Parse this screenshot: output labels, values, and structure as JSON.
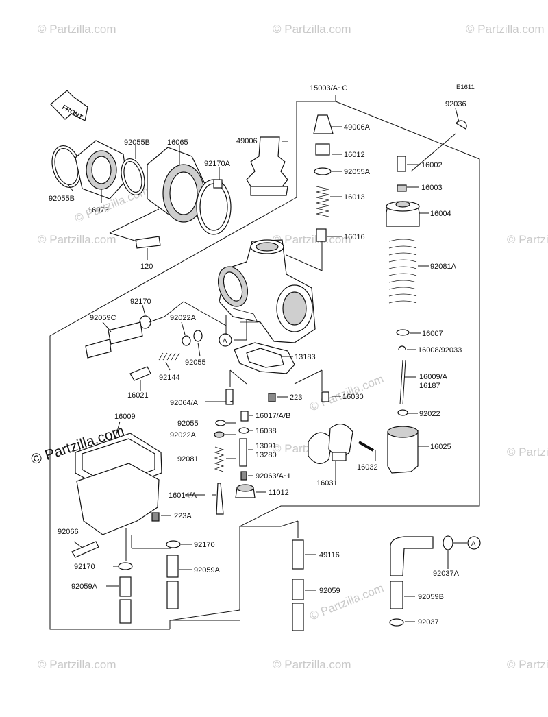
{
  "diagram": {
    "code": "E1611",
    "front_label": "FRONT",
    "watermark": "© Partzilla.com",
    "watermark_prominent": "© Partzilla.com",
    "parts": {
      "p15003": "15003/A~C",
      "p92036": "92036",
      "p49006": "49006",
      "p49006A": "49006A",
      "p16012": "16012",
      "p92055A_top": "92055A",
      "p16002": "16002",
      "p16003": "16003",
      "p16013": "16013",
      "p16004": "16004",
      "p16016": "16016",
      "p92081A": "92081A",
      "p16007": "16007",
      "p16008": "16008/92033",
      "p16009": "16009/A",
      "p16187": "16187",
      "p92022": "92022",
      "p16025": "16025",
      "p16032": "16032",
      "p16031": "16031",
      "p16030": "16030",
      "p223": "223",
      "p13183": "13183",
      "p92055B_left": "92055B",
      "p92055B_top": "92055B",
      "p16065": "16065",
      "p92170A": "92170A",
      "p16073": "16073",
      "p120": "120",
      "p92170_mid": "92170",
      "p92059C": "92059C",
      "p92022A_mid": "92022A",
      "p92055_mid": "92055",
      "p92144": "92144",
      "p16021": "16021",
      "p92064": "92064/A",
      "p16017": "16017/A/B",
      "p92055_low": "92055",
      "p16038": "16038",
      "p92022A_low": "92022A",
      "p92081": "92081",
      "p13091": "13091",
      "p13280": "13280",
      "p92063": "92063/A~L",
      "p16014": "16014/A",
      "p11012": "11012",
      "p16009_left": "16009",
      "p223A": "223A",
      "p92066": "92066",
      "p92170_low": "92170",
      "p92170_left": "92170",
      "p92059A_mid": "92059A",
      "p92059A_left": "92059A",
      "p49116": "49116",
      "p92059": "92059",
      "p92037A": "92037A",
      "p92059B": "92059B",
      "p92037": "92037",
      "callout_A": "A"
    }
  }
}
